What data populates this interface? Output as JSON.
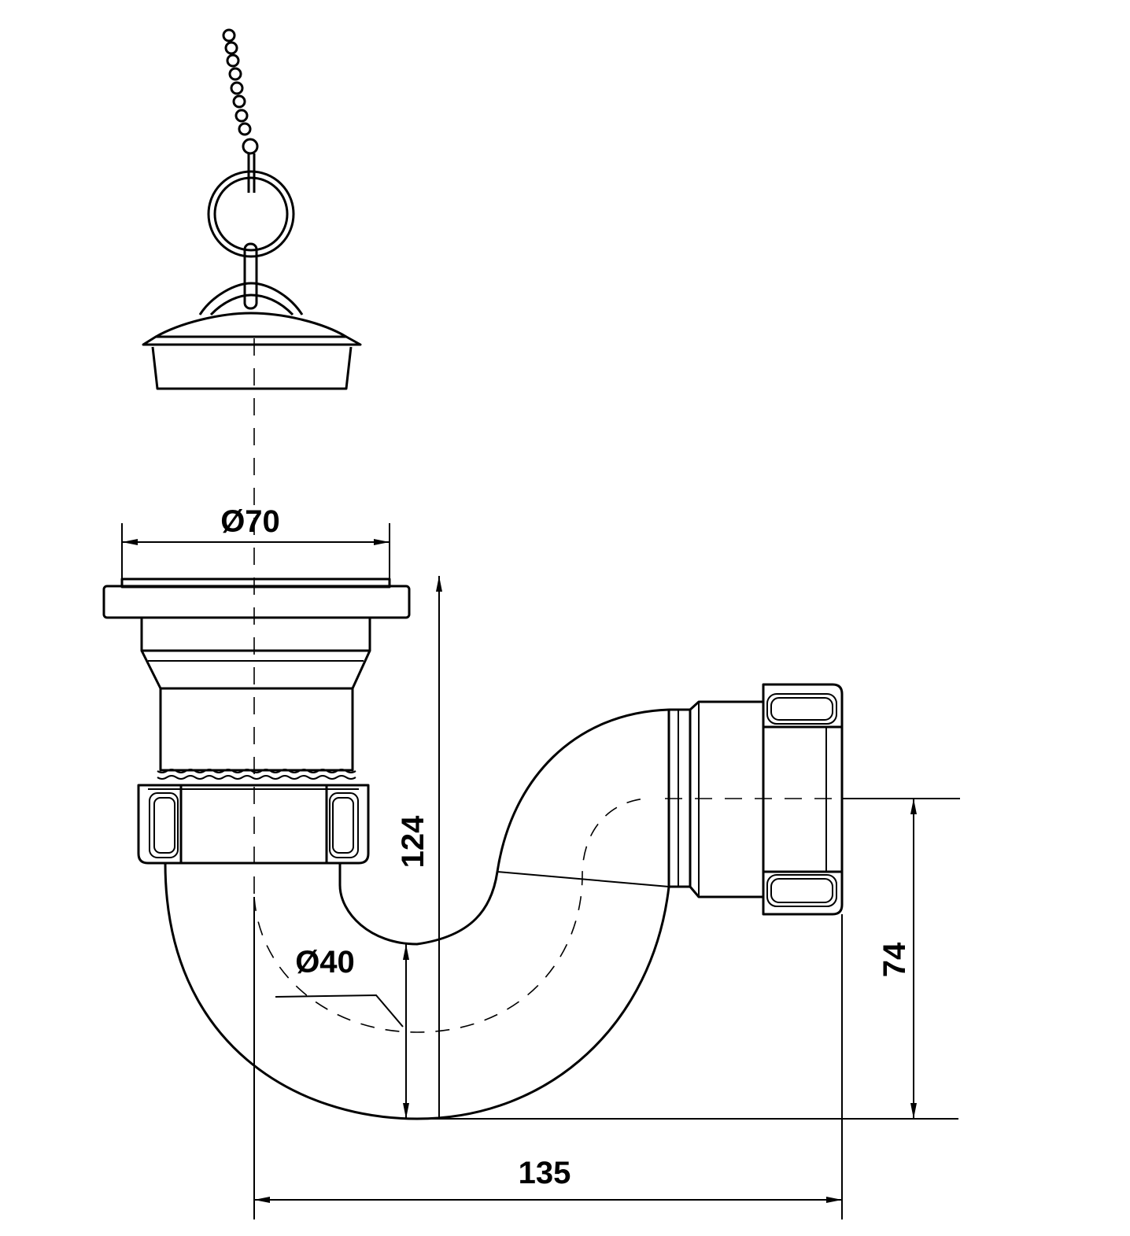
{
  "dimensions": {
    "plug_diameter": "Ø70",
    "pipe_diameter": "Ø40",
    "height": "124",
    "outlet_height": "74",
    "width": "135"
  }
}
